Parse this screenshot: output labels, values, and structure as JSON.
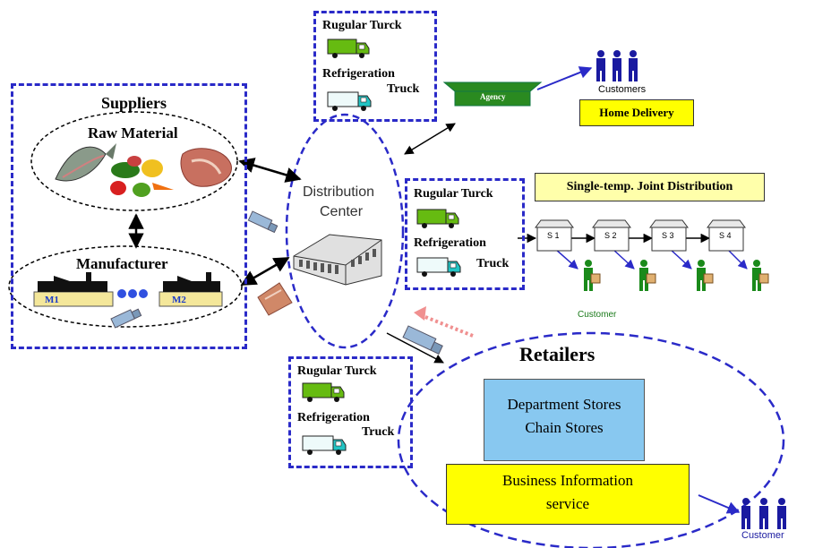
{
  "suppliers": {
    "title": "Suppliers",
    "raw_material": "Raw Material",
    "manufacturer": "Manufacturer",
    "m1": "M1",
    "m2": "M2"
  },
  "distribution_center": {
    "line1": "Distribution",
    "line2": "Center"
  },
  "truck_box_top": {
    "regular": "Rugular Turck",
    "refrigeration": "Refrigeration",
    "truck": "Truck"
  },
  "truck_box_mid": {
    "regular": "Rugular Turck",
    "refrigeration": "Refrigeration",
    "truck": "Truck"
  },
  "truck_box_bottom": {
    "regular": "Rugular Turck",
    "refrigeration": "Refrigeration",
    "truck": "Truck"
  },
  "agency": {
    "label": "Agency"
  },
  "home_delivery": {
    "customers": "Customers",
    "label": "Home Delivery"
  },
  "joint_distribution": {
    "title": "Single-temp. Joint Distribution",
    "stops": [
      "S 1",
      "S 2",
      "S 3",
      "S 4"
    ],
    "customer": "Customer"
  },
  "retailers": {
    "title": "Retailers",
    "stores_line1": "Department Stores",
    "stores_line2": "Chain Stores",
    "bis_line1": "Business Information",
    "bis_line2": "service",
    "customer": "Customer"
  },
  "colors": {
    "dash_blue": "#2a2ac8",
    "truck_green": "#66bb11",
    "truck_cyan": "#22c4c4",
    "label_yellow": "#ffff00",
    "store_blue": "#88c8f0",
    "figure_blue": "#1a1aa0",
    "figure_green": "#1a8a1a"
  }
}
